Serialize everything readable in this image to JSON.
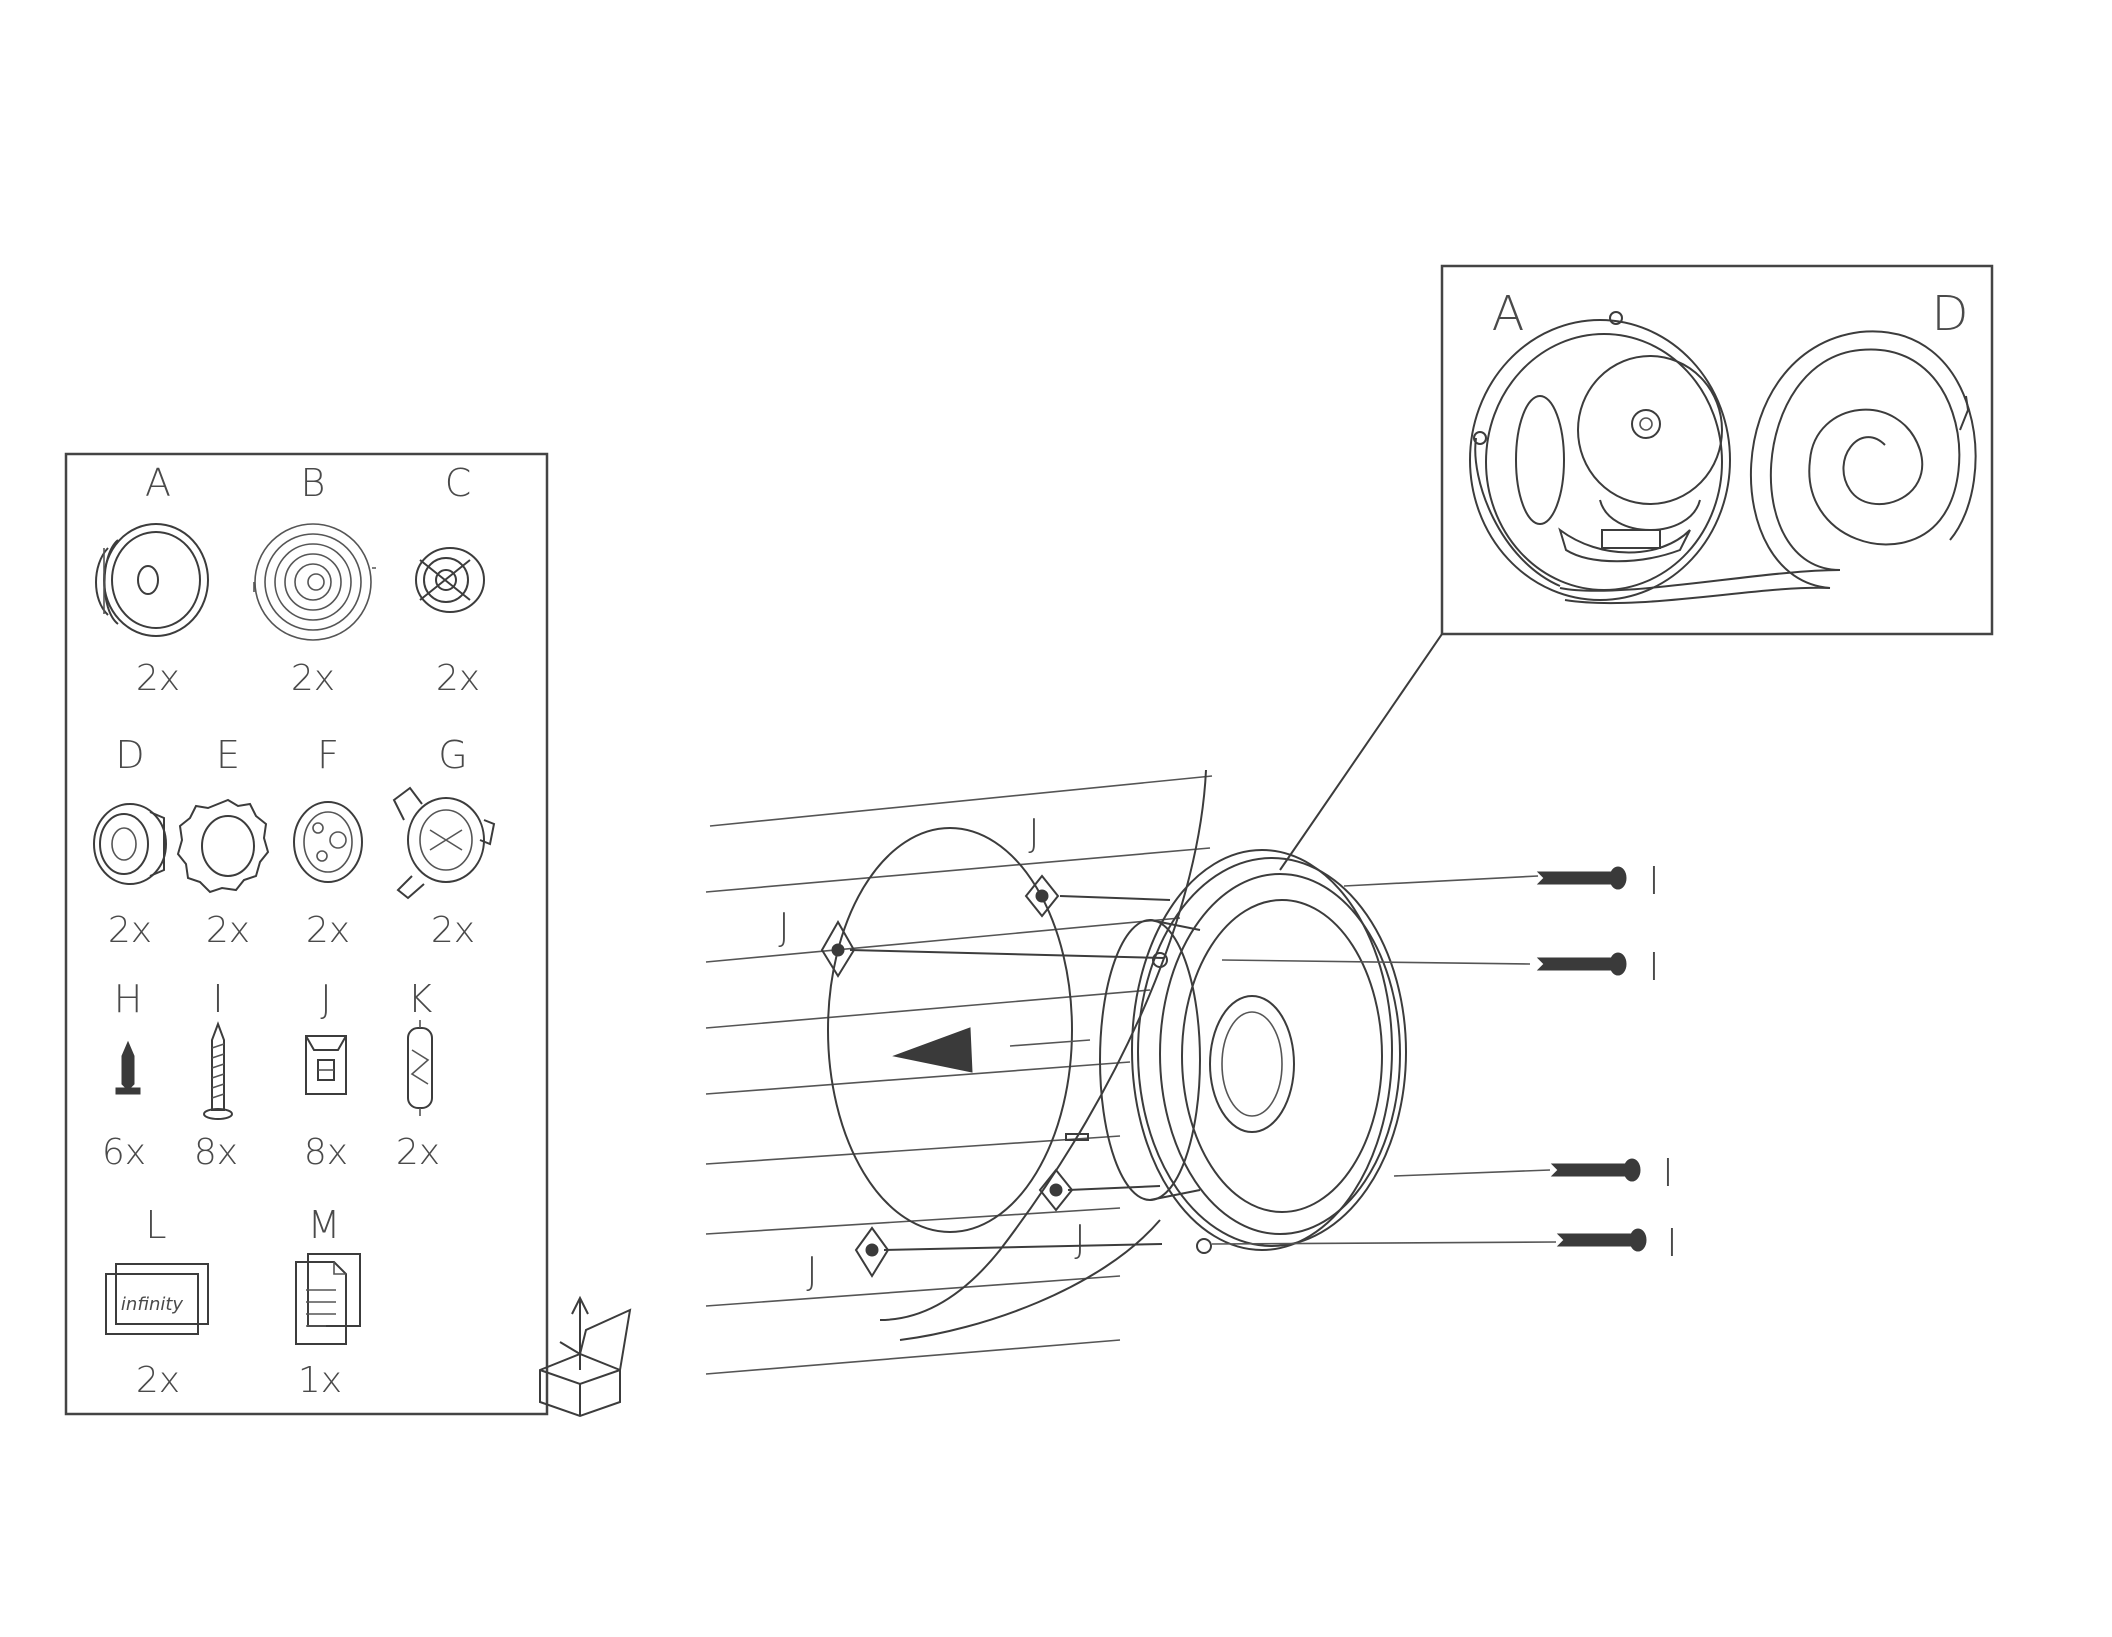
{
  "parts_panel": {
    "parts": [
      {
        "letter": "A",
        "qty": "2x",
        "icon": "woofer-icon"
      },
      {
        "letter": "B",
        "qty": "2x",
        "icon": "spiral-gasket-icon"
      },
      {
        "letter": "C",
        "qty": "2x",
        "icon": "tweeter-icon"
      },
      {
        "letter": "D",
        "qty": "2x",
        "icon": "flush-mount-cup-icon"
      },
      {
        "letter": "E",
        "qty": "2x",
        "icon": "trim-ring-icon"
      },
      {
        "letter": "F",
        "qty": "2x",
        "icon": "surface-mount-cup-icon"
      },
      {
        "letter": "G",
        "qty": "2x",
        "icon": "angle-mount-icon"
      },
      {
        "letter": "H",
        "qty": "6x",
        "icon": "small-screw-icon"
      },
      {
        "letter": "I",
        "qty": "8x",
        "icon": "long-screw-icon"
      },
      {
        "letter": "J",
        "qty": "8x",
        "icon": "speed-clip-icon"
      },
      {
        "letter": "K",
        "qty": "2x",
        "icon": "crossover-icon"
      },
      {
        "letter": "L",
        "qty": "2x",
        "icon": "logo-badge-icon",
        "badge_text": "infinity"
      },
      {
        "letter": "M",
        "qty": "1x",
        "icon": "manual-icon"
      }
    ]
  },
  "detail_inset": {
    "label_left": "A",
    "label_right": "D"
  },
  "assembly": {
    "clip_label": "J",
    "screw_label": "I"
  }
}
